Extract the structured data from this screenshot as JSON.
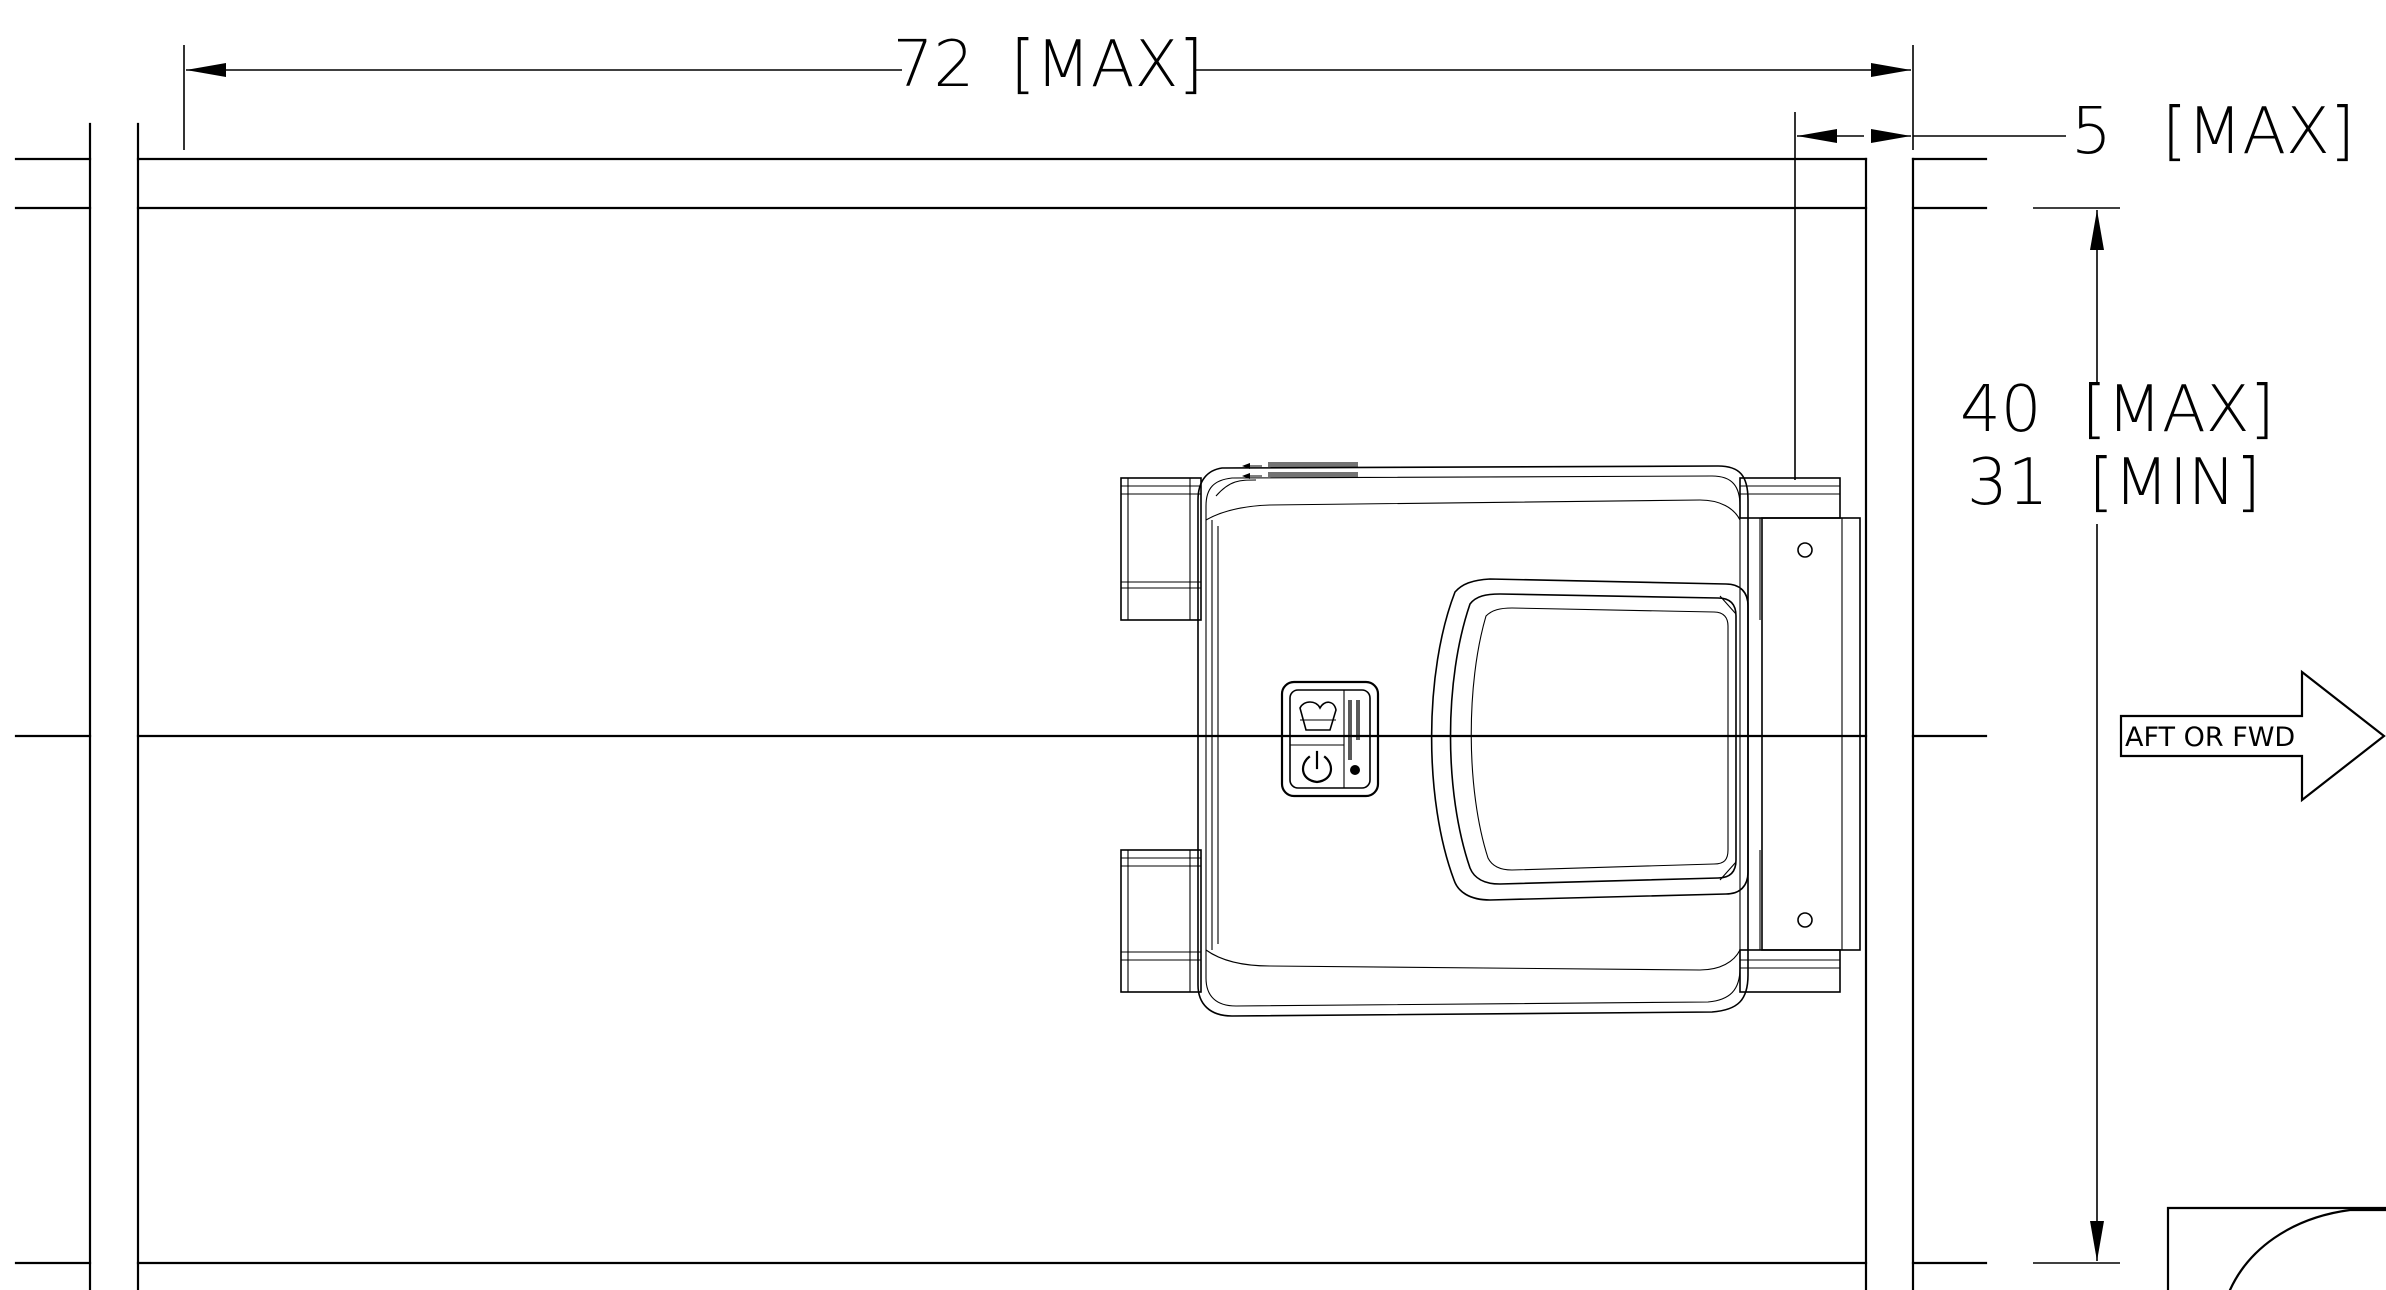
{
  "dimensions": {
    "length": {
      "value": "72",
      "qualifier": "[MAX]"
    },
    "spacing": {
      "value": "5",
      "qualifier": "[MAX]"
    },
    "width_max": {
      "value": "40",
      "qualifier": "[MAX]"
    },
    "width_min": {
      "value": "31",
      "qualifier": "[MIN]"
    }
  },
  "direction_arrow": {
    "label": "AFT OR FWD"
  },
  "icons": [
    "seat-top-view",
    "placard-icon",
    "direction-arrow-icon",
    "corner-symbol-icon"
  ]
}
